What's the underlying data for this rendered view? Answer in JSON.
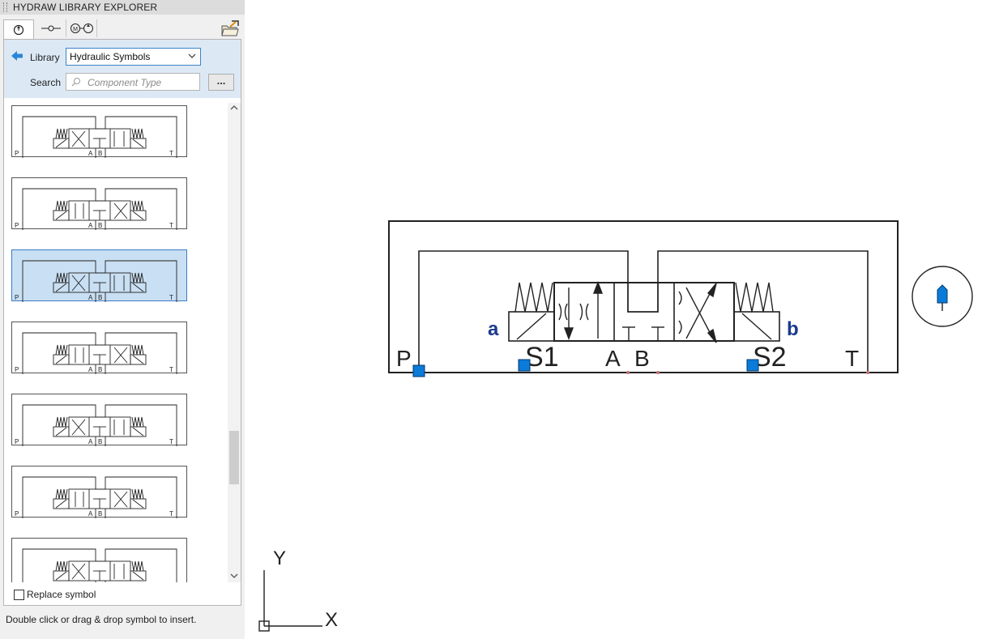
{
  "panel": {
    "title": "HYDRAW LIBRARY EXPLORER",
    "tabs": [
      {
        "icon": "pump-symbol-icon",
        "active": true
      },
      {
        "icon": "valve-line-icon",
        "active": false
      },
      {
        "icon": "motor-pump-icon",
        "active": false
      }
    ],
    "open_icon": "open-folder-icon",
    "library_label": "Library",
    "library_value": "Hydraulic Symbols",
    "search_label": "Search",
    "search_placeholder": "Component Type",
    "more_label": "...",
    "replace_label": "Replace symbol",
    "status_text": "Double click or drag & drop symbol to insert.",
    "selected_index": 2,
    "scroll_position": 0.72,
    "thumbnail_port_labels": {
      "p": "P",
      "a": "A",
      "b": "B",
      "t": "T"
    }
  },
  "canvas": {
    "labels": {
      "p": "P",
      "s1": "S1",
      "a": "A",
      "b": "B",
      "s2": "S2",
      "t": "T",
      "sol_a": "a",
      "sol_b": "b"
    },
    "ucs": {
      "x": "X",
      "y": "Y"
    },
    "grip_color": "#0a7bd9"
  }
}
